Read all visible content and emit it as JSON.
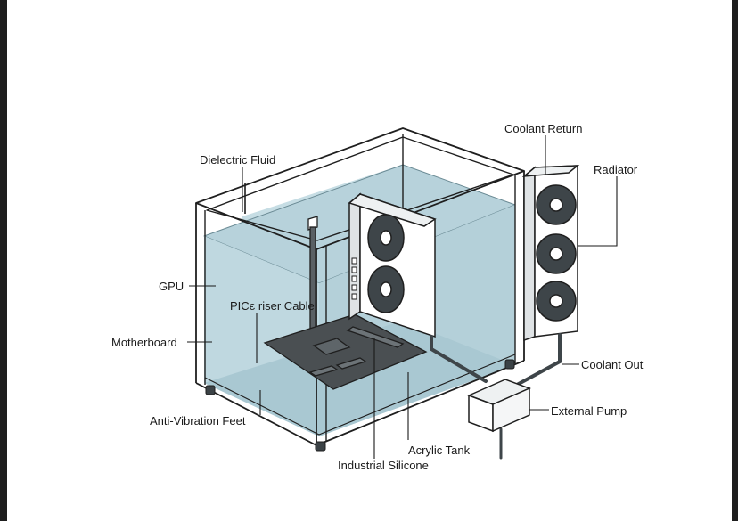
{
  "diagram": {
    "labels": {
      "dielectric_fluid": "Dielectric Fluid",
      "coolant_return": "Coolant Return",
      "radiator": "Radiator",
      "gpu": "GPU",
      "pice_riser_cable": "PICє riser Cable",
      "motherboard": "Motherboard",
      "coolant_out": "Coolant Out",
      "external_pump": "External Pump",
      "anti_vibration_feet": "Anti-Vibration Feet",
      "acrylic_tank": "Acrylic Tank",
      "industrial_silicone": "Industrial Silicone"
    },
    "colors": {
      "fluid": "#bdd7df",
      "fluid_dark": "#a9c8d2",
      "motherboard": "#4a4f52",
      "outline": "#1f1f1f",
      "fan_blade": "#3e4549",
      "frame_white": "#ffffff",
      "background_border": "#1e1e1e"
    }
  }
}
